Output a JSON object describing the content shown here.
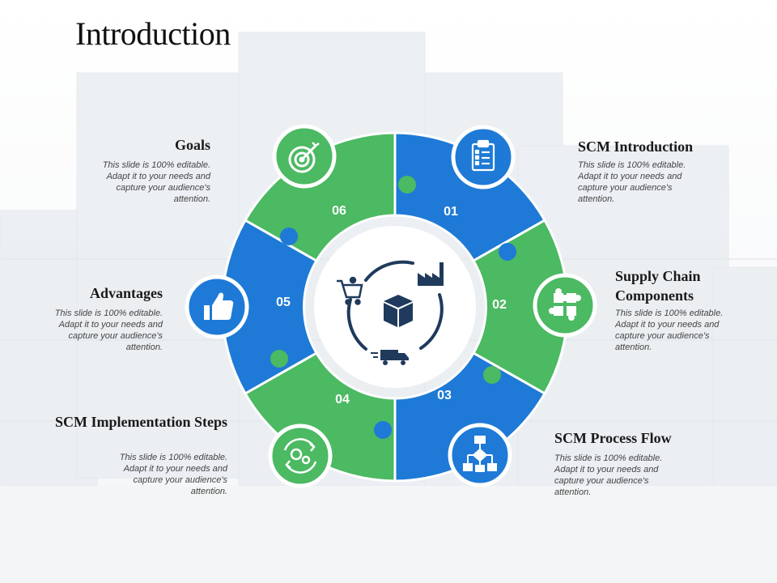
{
  "title": "Introduction",
  "colors": {
    "blue": "#1e7ad6",
    "green": "#4cb963",
    "dark": "#1f3a5c"
  },
  "steps": [
    {
      "num": "01",
      "heading": "SCM Introduction",
      "text": "This slide is 100% editable. Adapt it to your needs and capture your audience's attention.",
      "icon": "clipboard-checklist-icon"
    },
    {
      "num": "02",
      "heading": "Supply Chain Components",
      "text": "This slide is 100% editable. Adapt it to your needs and capture your audience's attention.",
      "icon": "puzzle-pieces-icon"
    },
    {
      "num": "03",
      "heading": "SCM Process Flow",
      "text": "This slide is 100% editable. Adapt it to your needs and capture your audience's attention.",
      "icon": "flowchart-icon"
    },
    {
      "num": "04",
      "heading": "SCM Implementation Steps",
      "text": "This slide is 100% editable. Adapt it to your needs and capture your audience's attention.",
      "icon": "gears-cycle-icon"
    },
    {
      "num": "05",
      "heading": "Advantages",
      "text": "This slide is 100% editable. Adapt it to your needs and capture your audience's attention.",
      "icon": "thumbs-up-icon"
    },
    {
      "num": "06",
      "heading": "Goals",
      "text": "This slide is 100% editable. Adapt it to your needs and capture your audience's attention.",
      "icon": "target-icon"
    }
  ],
  "center_icons": [
    "factory-icon",
    "box-icon",
    "shopping-cart-icon",
    "delivery-truck-icon"
  ]
}
